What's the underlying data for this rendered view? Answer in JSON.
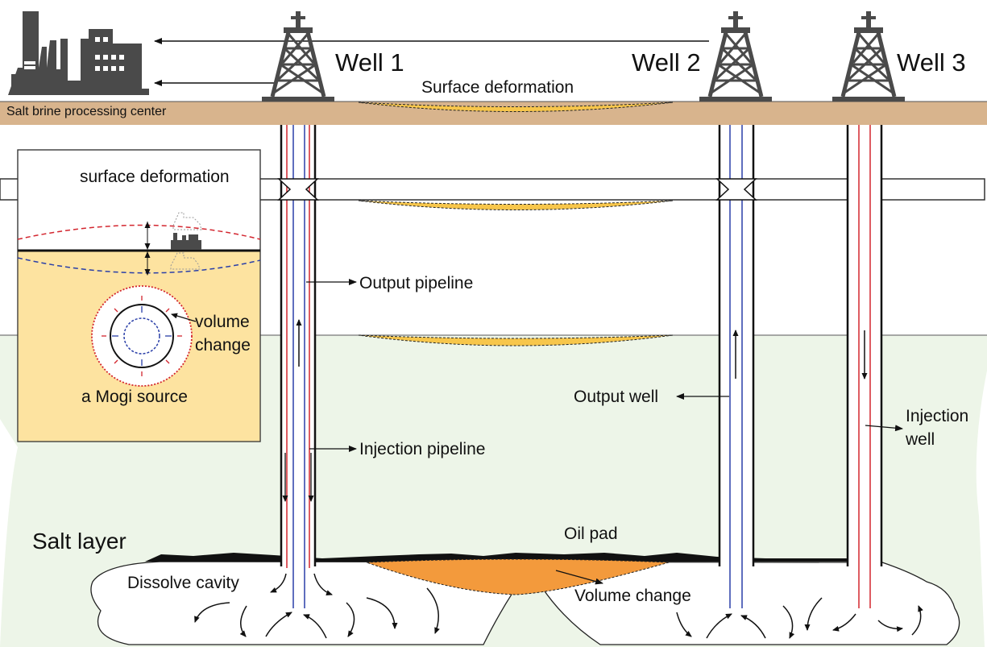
{
  "labels": {
    "well1": "Well 1",
    "well2": "Well 2",
    "well3": "Well 3",
    "surface_deformation": "Surface deformation",
    "processing_center": "Salt brine processing center",
    "inset_surface_deformation": "surface deformation",
    "volume_change_inset_1": "volume",
    "volume_change_inset_2": "change",
    "mogi_source": "a Mogi source",
    "output_pipeline": "Output pipeline",
    "injection_pipeline": "Injection pipeline",
    "output_well": "Output well",
    "injection_well_1": "Injection",
    "injection_well_2": "well",
    "salt_layer": "Salt layer",
    "oil_pad": "Oil pad",
    "dissolve_cavity": "Dissolve cavity",
    "volume_change": "Volume change"
  },
  "colors": {
    "ground": "#d8b48d",
    "salt_layer": "#edf5e8",
    "inset_fill": "#fde3a0",
    "deformation": "#f7c64b",
    "volume_change": "#f39a3c",
    "injection_line": "#d3262f",
    "output_line": "#2a3fa8",
    "structure": "#4a4a4a"
  },
  "icons": [
    "factory-icon",
    "derrick-icon",
    "arrow-icon"
  ]
}
